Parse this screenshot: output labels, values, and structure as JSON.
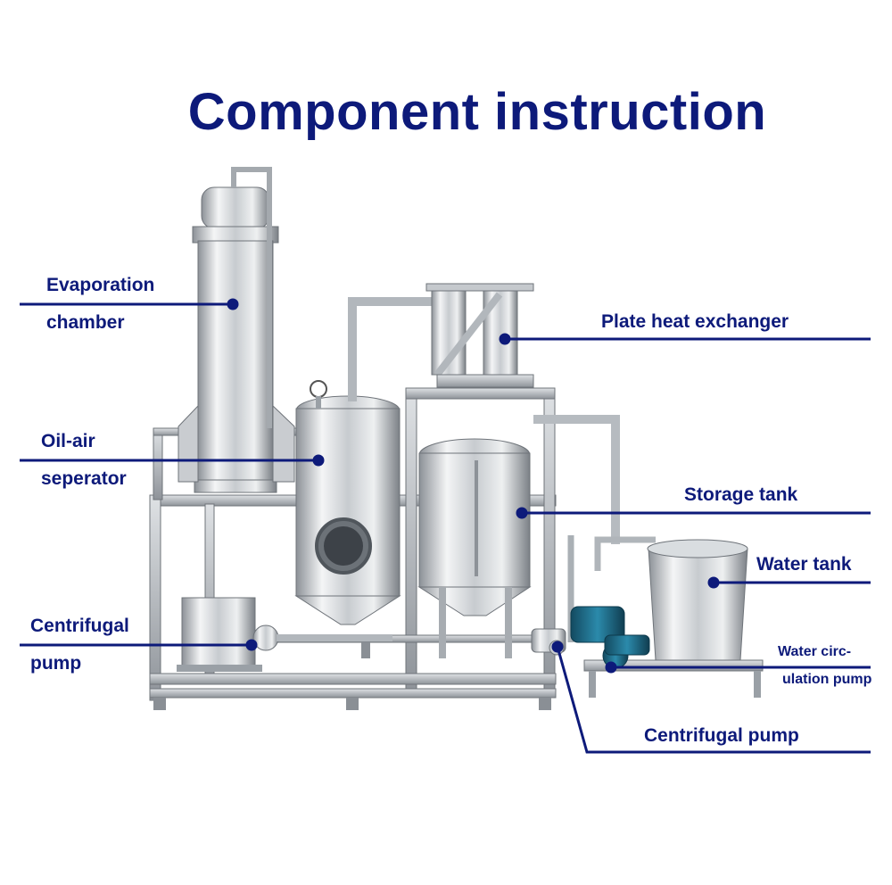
{
  "title": "Component instruction",
  "labels": {
    "evaporation_l1": "Evaporation",
    "evaporation_l2": "chamber",
    "oilair_l1": "Oil-air",
    "oilair_l2": "seperator",
    "centrifugal_left_l1": "Centrifugal",
    "centrifugal_left_l2": "pump",
    "plate_heat_exchanger": "Plate heat exchanger",
    "storage_tank": "Storage tank",
    "water_tank": "Water tank",
    "water_circ_l1": "Water circ-",
    "water_circ_l2": "ulation pump",
    "centrifugal_right": "Centrifugal pump"
  },
  "colors": {
    "text": "#0d1a7a",
    "line": "#0d1a7a",
    "steel_light": "#eceef0",
    "steel_mid": "#b9bdc2",
    "steel_dark": "#7e848b",
    "motor_blue": "#1f6f8f",
    "background": "#ffffff"
  }
}
